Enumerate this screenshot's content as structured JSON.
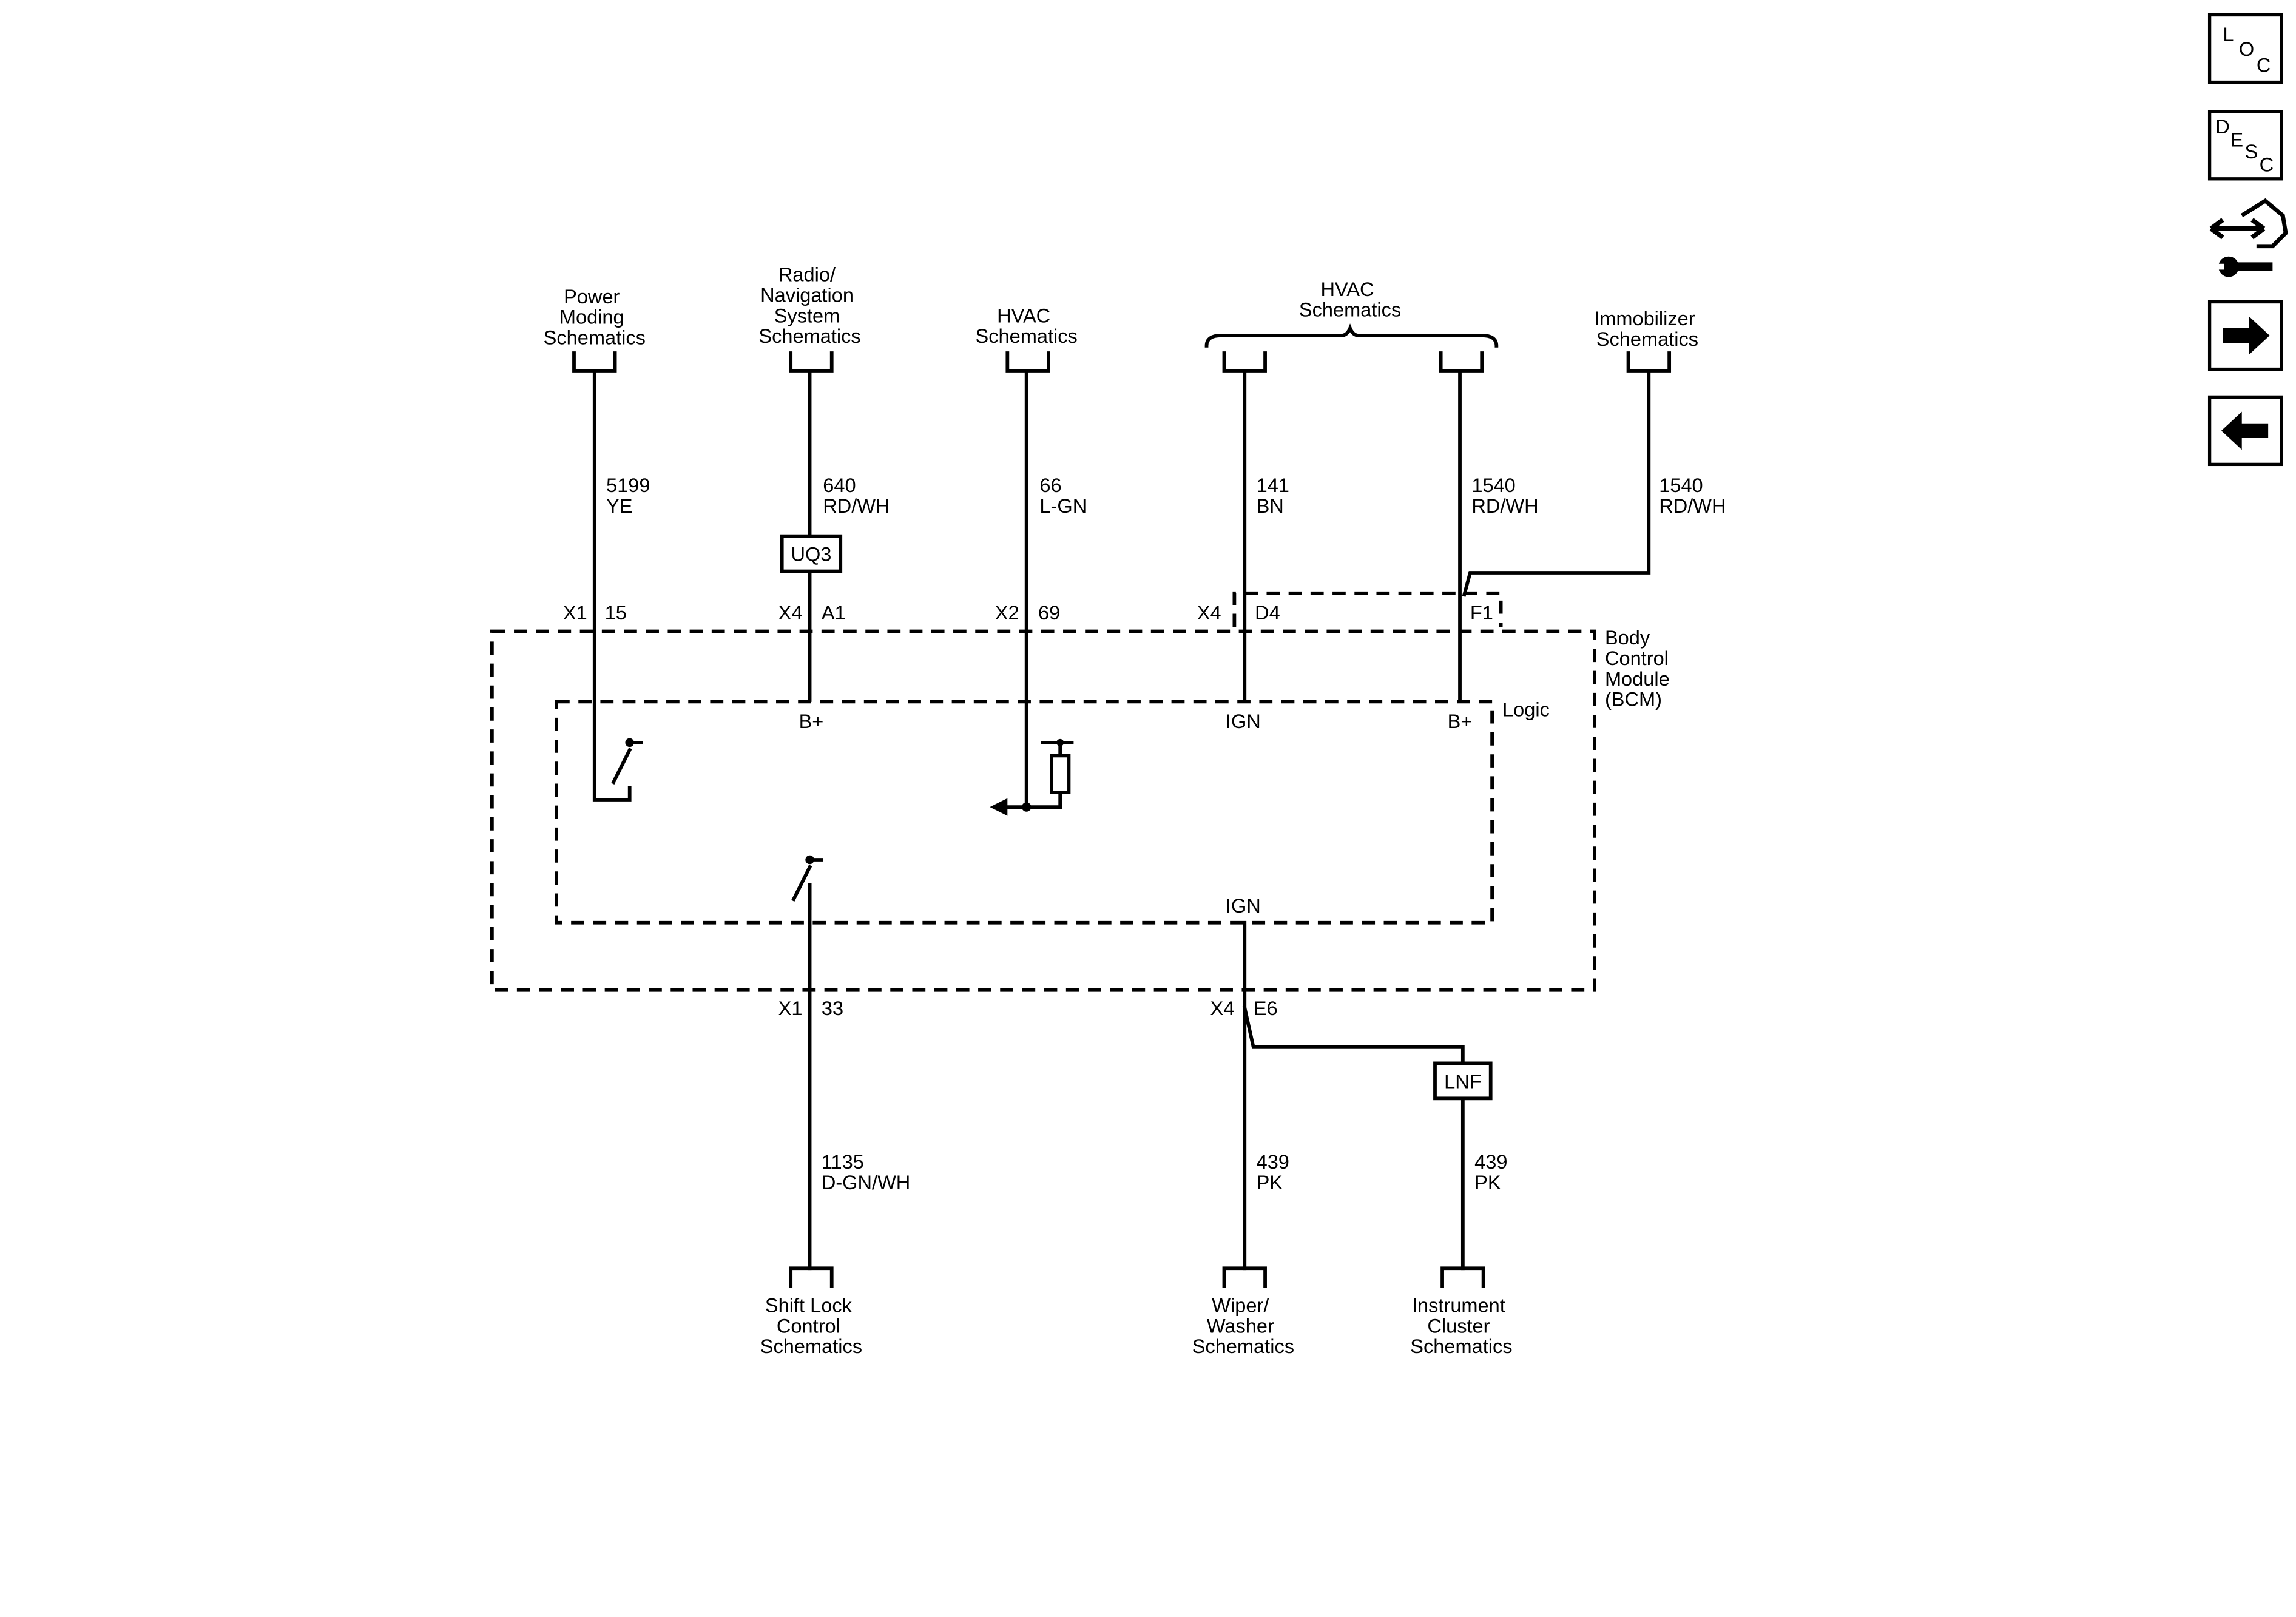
{
  "sources": {
    "power_moding": [
      "Power",
      "Moding",
      "Schematics"
    ],
    "radio_nav": [
      "Radio/",
      "Navigation",
      "System",
      "Schematics"
    ],
    "hvac_single": [
      "HVAC",
      "Schematics"
    ],
    "hvac_group": [
      "HVAC",
      "Schematics"
    ],
    "immobilizer": [
      "Immobilizer",
      "Schematics"
    ]
  },
  "destinations": {
    "shift_lock": [
      "Shift Lock",
      "Control",
      "Schematics"
    ],
    "wiper_washer": [
      "Wiper/",
      "Washer",
      "Schematics"
    ],
    "instrument_cluster": [
      "Instrument",
      "Cluster",
      "Schematics"
    ]
  },
  "wires": {
    "w5199": {
      "circuit": "5199",
      "color": "YE"
    },
    "w640": {
      "circuit": "640",
      "color": "RD/WH"
    },
    "w66": {
      "circuit": "66",
      "color": "L-GN"
    },
    "w141": {
      "circuit": "141",
      "color": "BN"
    },
    "w1540a": {
      "circuit": "1540",
      "color": "RD/WH"
    },
    "w1540b": {
      "circuit": "1540",
      "color": "RD/WH"
    },
    "w1135": {
      "circuit": "1135",
      "color": "D-GN/WH"
    },
    "w439a": {
      "circuit": "439",
      "color": "PK"
    },
    "w439b": {
      "circuit": "439",
      "color": "PK"
    }
  },
  "connectors": {
    "c1": {
      "conn": "X1",
      "pin": "15"
    },
    "c2": {
      "conn": "X4",
      "pin": "A1"
    },
    "c3": {
      "conn": "X2",
      "pin": "69"
    },
    "c4": {
      "conn": "X4",
      "pin": "D4"
    },
    "c5": {
      "pin": "F1"
    },
    "c6": {
      "conn": "X1",
      "pin": "33"
    },
    "c7": {
      "conn": "X4",
      "pin": "E6"
    }
  },
  "splices": {
    "uq3": "UQ3",
    "lnf": "LNF"
  },
  "module": {
    "name": [
      "Body",
      "Control",
      "Module",
      "(BCM)"
    ],
    "logic": "Logic",
    "inputs": {
      "b_plus_1": "B+",
      "ign_top": "IGN",
      "b_plus_2": "B+",
      "ign_bottom": "IGN"
    }
  },
  "nav": {
    "loc": [
      "L",
      "O",
      "C"
    ],
    "desc": [
      "D",
      "E",
      "S",
      "C"
    ],
    "icons": [
      "diagnostic-wrench-icon",
      "arrow-right-icon",
      "arrow-left-icon"
    ]
  }
}
